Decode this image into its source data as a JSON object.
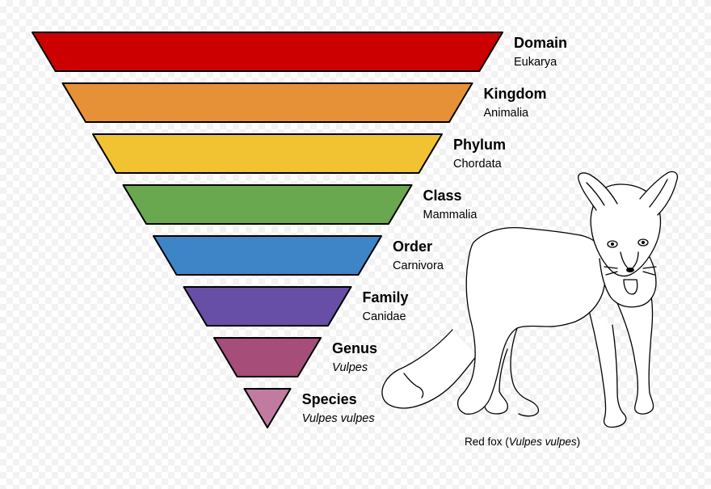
{
  "hierarchy": [
    {
      "rank": "Domain",
      "taxon": "Eukarya",
      "italic": false,
      "color": "#cc0000"
    },
    {
      "rank": "Kingdom",
      "taxon": "Animalia",
      "italic": false,
      "color": "#e69138"
    },
    {
      "rank": "Phylum",
      "taxon": "Chordata",
      "italic": false,
      "color": "#f1c232"
    },
    {
      "rank": "Class",
      "taxon": "Mammalia",
      "italic": false,
      "color": "#6aa84f"
    },
    {
      "rank": "Order",
      "taxon": "Carnivora",
      "italic": false,
      "color": "#3d85c6"
    },
    {
      "rank": "Family",
      "taxon": "Canidae",
      "italic": false,
      "color": "#674ea7"
    },
    {
      "rank": "Genus",
      "taxon": "Vulpes",
      "italic": true,
      "color": "#a64d79"
    },
    {
      "rank": "Species",
      "taxon": "Vulpes vulpes",
      "italic": true,
      "color": "#c27ba0"
    }
  ],
  "caption": {
    "prefix": "Red fox (",
    "species": "Vulpes vulpes",
    "suffix": ")"
  }
}
